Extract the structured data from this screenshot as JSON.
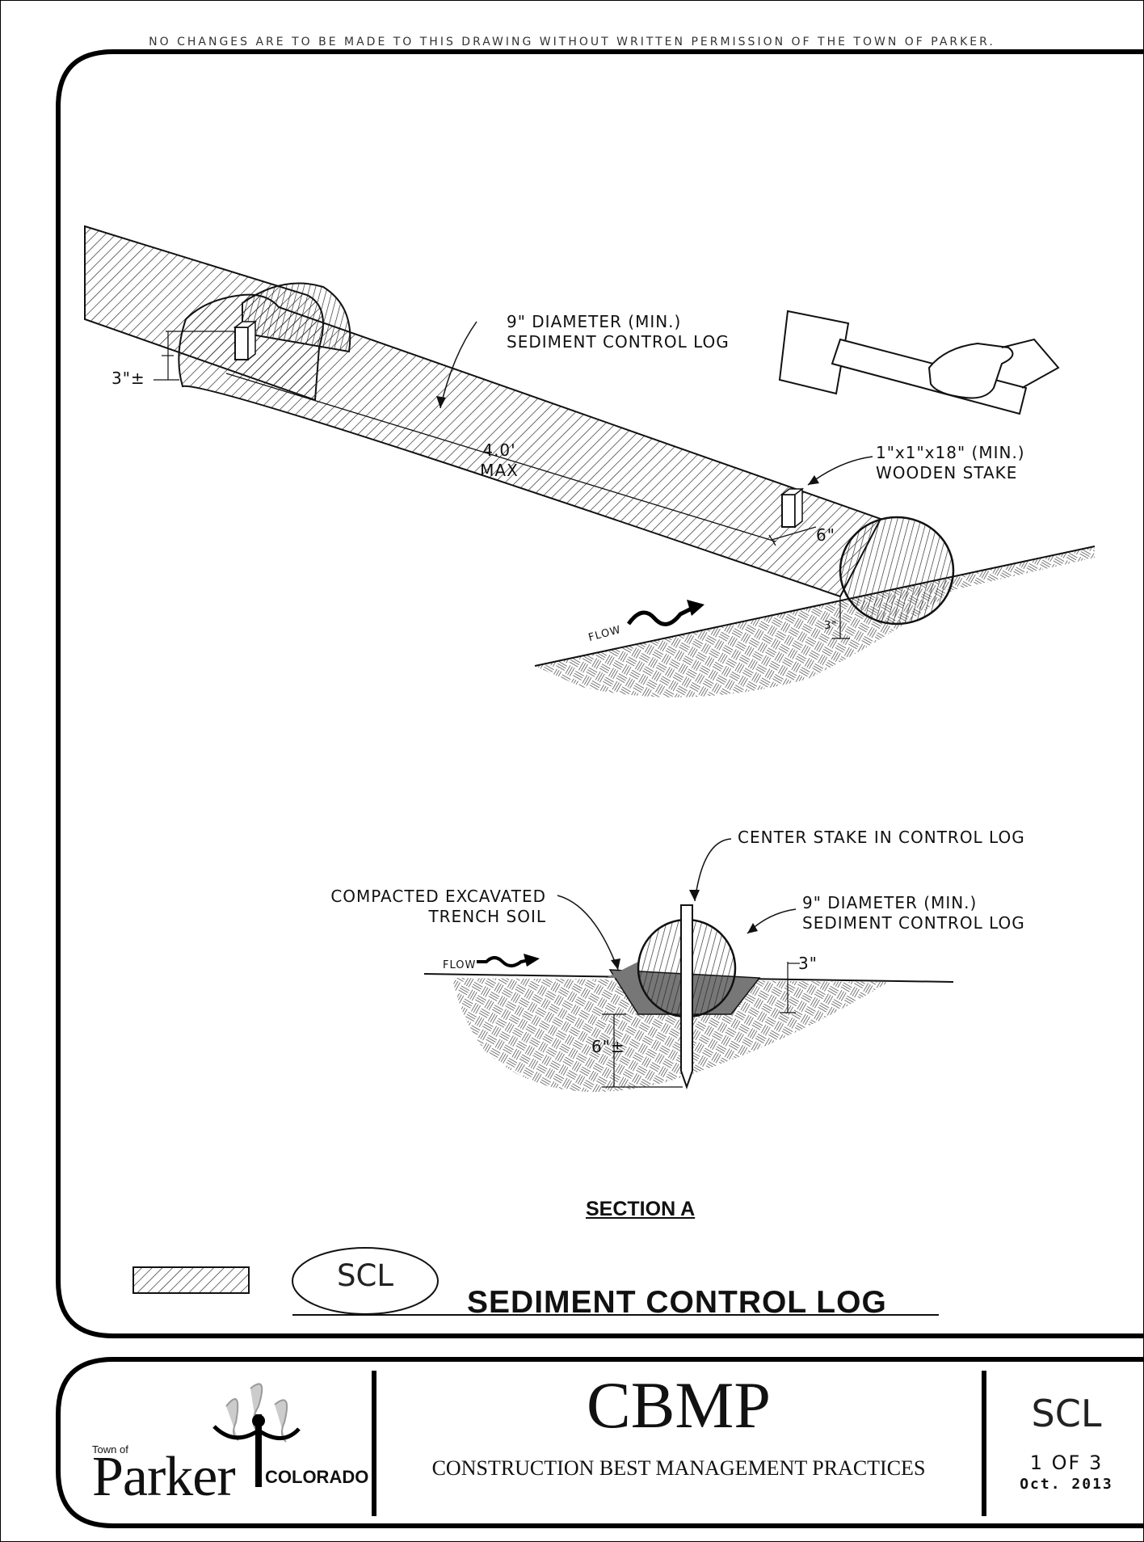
{
  "notice": "NO CHANGES ARE TO BE MADE TO THIS DRAWING WITHOUT WRITTEN PERMISSION OF THE TOWN OF PARKER.",
  "isometric": {
    "log_label": "9\" DIAMETER (MIN.)\nSEDIMENT CONTROL LOG",
    "stake_label": "1\"x1\"x18\" (MIN.)\nWOODEN STAKE",
    "overlap_dim": "3\"±",
    "spacing_dim": "4.0'\nMAX",
    "end_dim": "6\"",
    "embed_dim": "3\"",
    "flow_label": "FLOW"
  },
  "section": {
    "center_stake_label": "CENTER STAKE IN CONTROL LOG",
    "soil_label": "COMPACTED EXCAVATED\nTRENCH SOIL",
    "log_label": "9\" DIAMETER (MIN.)\nSEDIMENT CONTROL LOG",
    "embed_dim": "3\"",
    "stake_depth_dim": "6\"±",
    "flow_label": "FLOW",
    "title": "SECTION A"
  },
  "legend": {
    "symbol": "SCL",
    "title": "SEDIMENT CONTROL LOG"
  },
  "titleblock": {
    "logo_town_of": "Town of",
    "logo_parker": "Parker",
    "logo_state": "COLORADO",
    "heading": "CBMP",
    "subheading": "CONSTRUCTION BEST MANAGEMENT PRACTICES",
    "code": "SCL",
    "page": "1 OF 3",
    "date": "Oct. 2013"
  }
}
